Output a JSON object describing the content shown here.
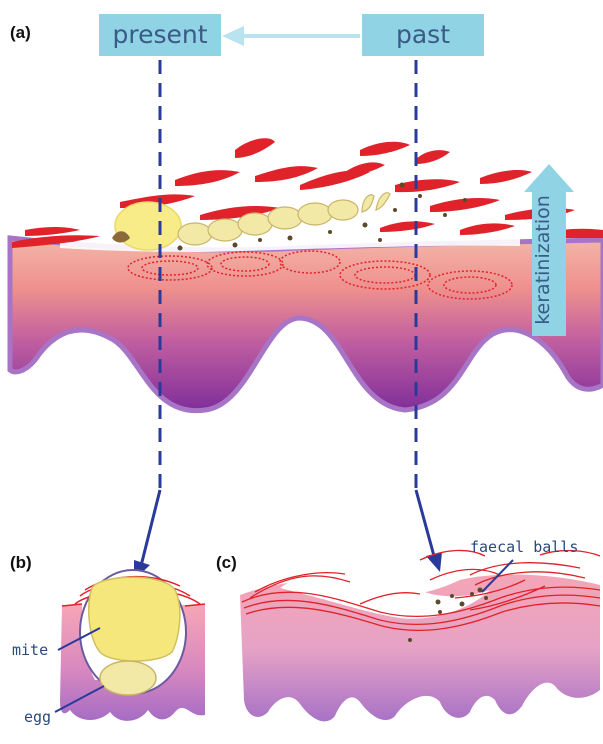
{
  "panels": {
    "a": "(a)",
    "b": "(b)",
    "c": "(c)"
  },
  "timeline": {
    "present": "present",
    "past": "past"
  },
  "labels": {
    "keratinization": "keratinization",
    "mite": "mite",
    "egg": "egg",
    "faecal_balls": "faecal balls"
  },
  "colors": {
    "box_fill": "#8fd3e4",
    "box_text": "#3a5a87",
    "dashed_line": "#2a3a9a",
    "keratin_red": "#e0222a",
    "mite_yellow": "#f7ec88",
    "egg_yellow": "#f3e9a6",
    "epidermis_pink": "#f3a3a3",
    "dermis_purple": "#8e3fa6"
  }
}
